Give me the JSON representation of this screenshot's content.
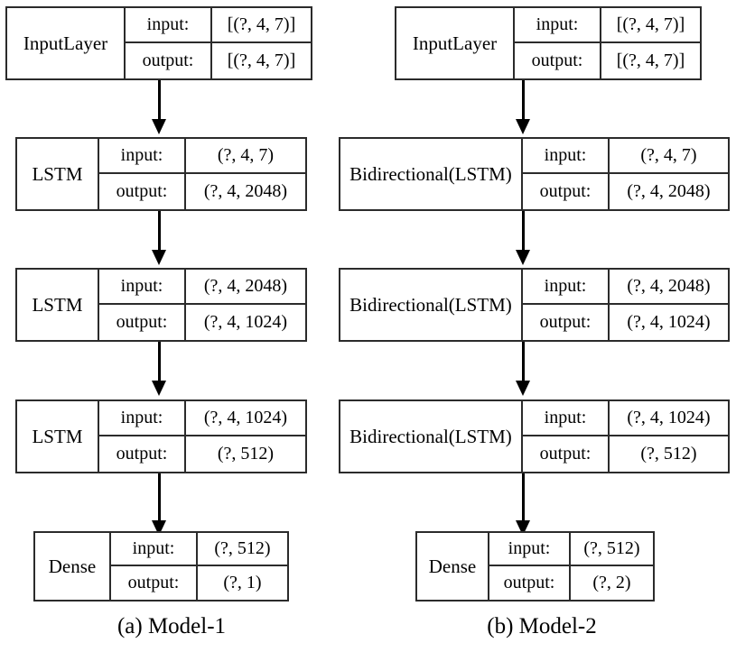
{
  "figure": {
    "type": "neural-network-architecture-diagram",
    "panels": [
      {
        "id": "model-1",
        "caption": "(a)  Model-1",
        "layers": [
          {
            "name": "InputLayer",
            "input_label": "input:",
            "output_label": "output:",
            "input_shape": "[(?, 4, 7)]",
            "output_shape": "[(?, 4, 7)]"
          },
          {
            "name": "LSTM",
            "input_label": "input:",
            "output_label": "output:",
            "input_shape": "(?, 4, 7)",
            "output_shape": "(?, 4, 2048)"
          },
          {
            "name": "LSTM",
            "input_label": "input:",
            "output_label": "output:",
            "input_shape": "(?, 4, 2048)",
            "output_shape": "(?, 4, 1024)"
          },
          {
            "name": "LSTM",
            "input_label": "input:",
            "output_label": "output:",
            "input_shape": "(?, 4, 1024)",
            "output_shape": "(?, 512)"
          },
          {
            "name": "Dense",
            "input_label": "input:",
            "output_label": "output:",
            "input_shape": "(?, 512)",
            "output_shape": "(?, 1)"
          }
        ]
      },
      {
        "id": "model-2",
        "caption": "(b)  Model-2",
        "layers": [
          {
            "name": "InputLayer",
            "input_label": "input:",
            "output_label": "output:",
            "input_shape": "[(?, 4, 7)]",
            "output_shape": "[(?, 4, 7)]"
          },
          {
            "name": "Bidirectional(LSTM)",
            "input_label": "input:",
            "output_label": "output:",
            "input_shape": "(?, 4, 7)",
            "output_shape": "(?, 4, 2048)"
          },
          {
            "name": "Bidirectional(LSTM)",
            "input_label": "input:",
            "output_label": "output:",
            "input_shape": "(?, 4, 2048)",
            "output_shape": "(?, 4, 1024)"
          },
          {
            "name": "Bidirectional(LSTM)",
            "input_label": "input:",
            "output_label": "output:",
            "input_shape": "(?, 4, 1024)",
            "output_shape": "(?, 512)"
          },
          {
            "name": "Dense",
            "input_label": "input:",
            "output_label": "output:",
            "input_shape": "(?, 512)",
            "output_shape": "(?, 2)"
          }
        ]
      }
    ],
    "colors": {
      "box_border": "#2b2b2b",
      "arrow": "#000000",
      "background": "#ffffff",
      "text": "#000000"
    }
  }
}
